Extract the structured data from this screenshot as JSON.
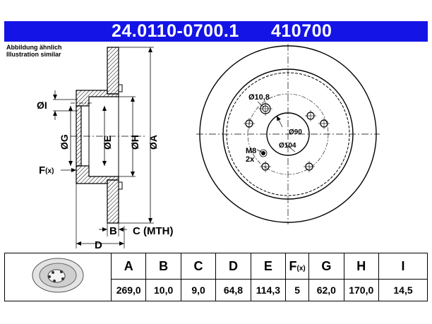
{
  "header": {
    "part_number": "24.0110-0700.1",
    "article_code": "410700"
  },
  "note": {
    "line1": "Abbildung ähnlich",
    "line2": "Illustration similar"
  },
  "dimension_labels": {
    "I": "ØI",
    "G": "ØG",
    "E": "ØE",
    "H": "ØH",
    "A": "ØA",
    "F": "F",
    "F_sub": "(x)",
    "B": "B",
    "C": "C (MTH)",
    "D": "D",
    "bolt_hole": "Ø10,8",
    "pcd": "Ø104",
    "center_bore": "Ø90",
    "thread": "M8",
    "thread_qty": "2x"
  },
  "table": {
    "columns": [
      {
        "label": "A",
        "value": "269,0"
      },
      {
        "label": "B",
        "value": "10,0"
      },
      {
        "label": "C",
        "value": "9,0"
      },
      {
        "label": "D",
        "value": "64,8"
      },
      {
        "label": "E",
        "value": "114,3"
      },
      {
        "label": "F",
        "sub": "(x)",
        "value": "5"
      },
      {
        "label": "G",
        "value": "62,0"
      },
      {
        "label": "H",
        "value": "170,0"
      },
      {
        "label": "I",
        "value": "14,5"
      }
    ]
  },
  "colors": {
    "header_bg": "#1414e6",
    "header_text": "#ffffff",
    "hatch": "#000000"
  }
}
